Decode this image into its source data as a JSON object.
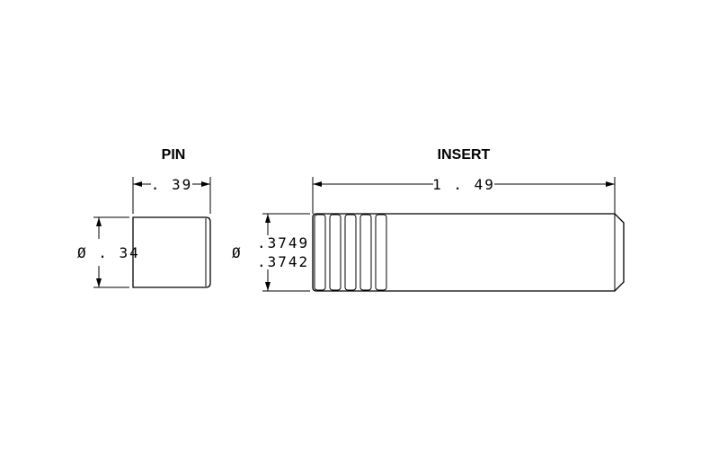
{
  "pin": {
    "title": "PIN",
    "length_label": ". 39",
    "diameter_label": "Ø . 34"
  },
  "insert": {
    "title": "INSERT",
    "length_label": "1 . 49",
    "diameter_label_prefix": "Ø",
    "diameter_max": ".3749",
    "diameter_min": ".3742",
    "groove_count": 5
  }
}
